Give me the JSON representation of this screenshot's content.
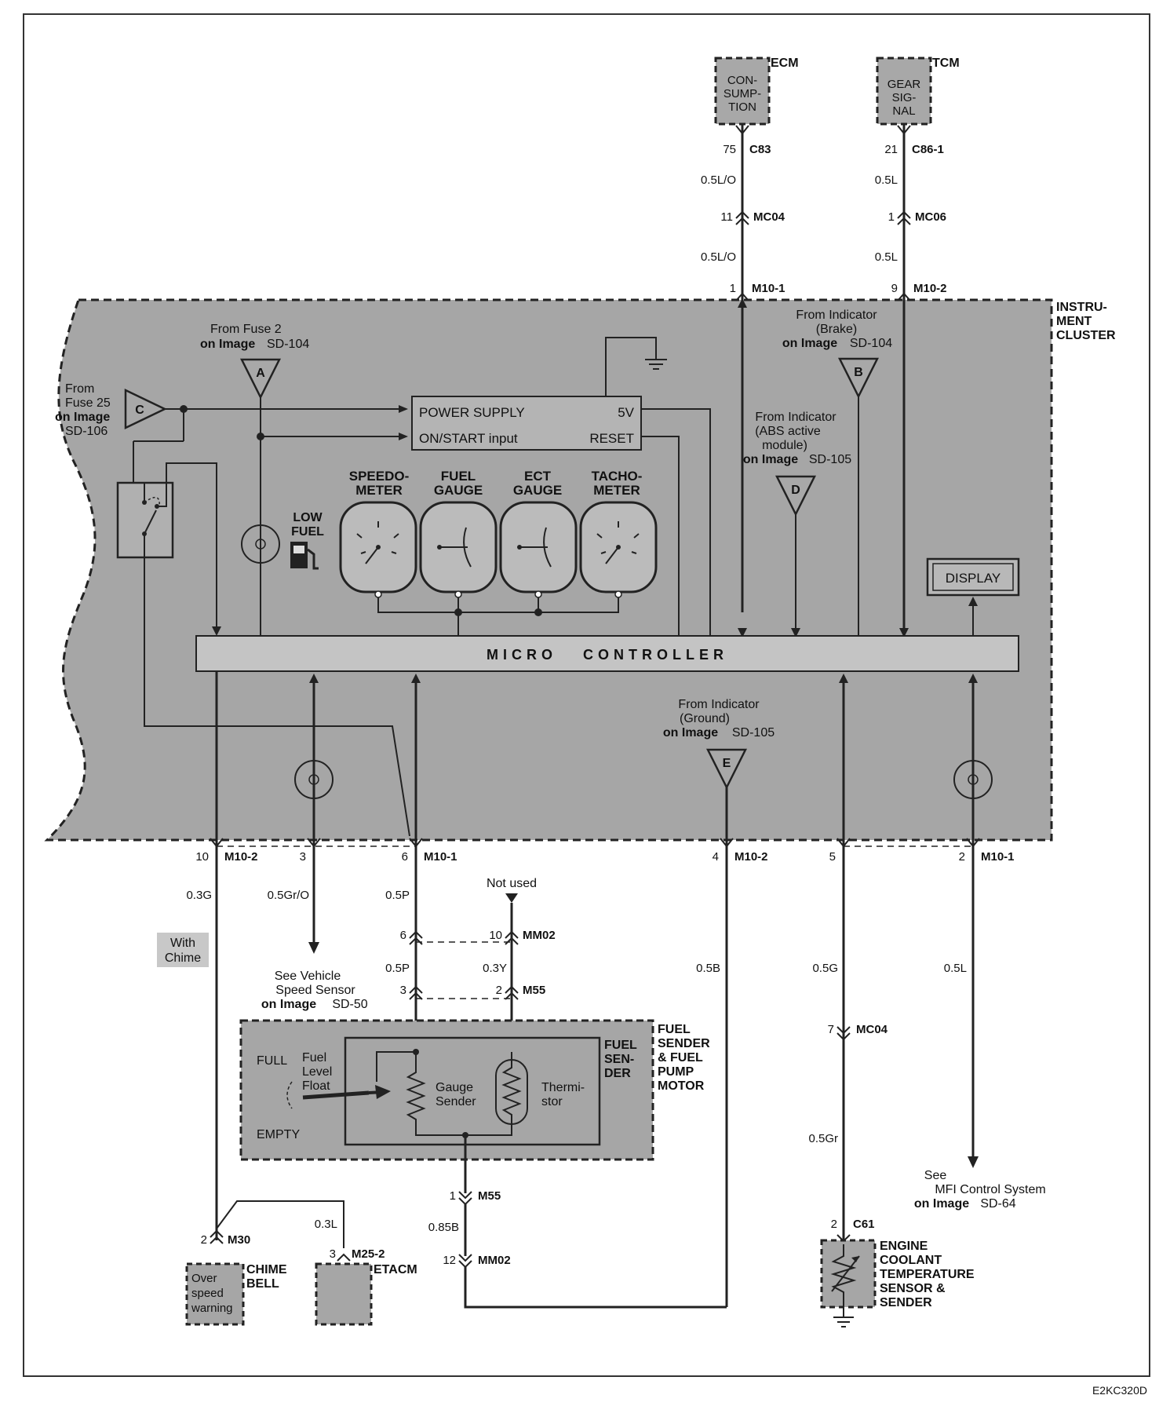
{
  "modules": {
    "ecm": {
      "label": "ECM",
      "box": [
        "CON-",
        "SUMP-",
        "TION"
      ]
    },
    "tcm": {
      "label": "TCM",
      "box": [
        "GEAR",
        "SIG-",
        "NAL"
      ]
    }
  },
  "connectors": {
    "ecm_pin": "75",
    "ecm_conn": "C83",
    "tcm_pin": "21",
    "tcm_conn": "C86-1",
    "mc04_top_pin": "11",
    "mc04_top": "MC04",
    "mc06_pin": "1",
    "mc06": "MC06",
    "m101_top_pin": "1",
    "m101_top": "M10-1",
    "m102_top_pin": "9",
    "m102_top": "M10-2",
    "b10": "10",
    "b10_conn": "M10-2",
    "b3": "3",
    "b6": "6",
    "b6_conn": "M10-1",
    "b4": "4",
    "b4_conn": "M10-2",
    "b5": "5",
    "b2": "2",
    "b2_conn": "M10-1",
    "mm02_a": "6",
    "mm02_b": "10",
    "mm02": "MM02",
    "m55_a": "3",
    "m55_b": "2",
    "m55": "M55",
    "m55_c": "1",
    "m55_c_conn": "M55",
    "mm02_c": "12",
    "mm02_c_conn": "MM02",
    "mc04_bot_pin": "7",
    "mc04_bot": "MC04",
    "c61_pin": "2",
    "c61": "C61",
    "m30_pin": "2",
    "m30": "M30",
    "m252_pin": "3",
    "m252": "M25-2"
  },
  "wires": {
    "ecm_1": "0.5L/O",
    "ecm_2": "0.5L/O",
    "tcm_1": "0.5L",
    "tcm_2": "0.5L",
    "w10": "0.3G",
    "w3": "0.5Gr/O",
    "w6": "0.5P",
    "w6b": "0.5P",
    "w10b": "0.3Y",
    "w4": "0.5B",
    "w5": "0.5G",
    "w5b": "0.5Gr",
    "w2": "0.5L",
    "wm55": "0.85B",
    "w_etacm": "0.3L"
  },
  "cluster": {
    "title": [
      "INSTRU-",
      "MENT",
      "CLUSTER"
    ],
    "fuse2": [
      "From Fuse 2",
      "on Image",
      "SD-104"
    ],
    "fuse25": [
      "From",
      "Fuse 25",
      "on Image",
      "SD-106"
    ],
    "brake": [
      "From Indicator",
      "(Brake)",
      "on Image",
      "SD-104"
    ],
    "abs": [
      "From Indicator",
      "(ABS active",
      "module)",
      "on Image",
      "SD-105"
    ],
    "ground": [
      "From Indicator",
      "(Ground)",
      "on Image",
      "SD-105"
    ],
    "power_supply": "POWER SUPPLY",
    "five_v": "5V",
    "on_start": "ON/START input",
    "reset": "RESET",
    "speedo": [
      "SPEEDO-",
      "METER"
    ],
    "fuel_gauge": [
      "FUEL",
      "GAUGE"
    ],
    "ect_gauge": [
      "ECT",
      "GAUGE"
    ],
    "tacho": [
      "TACHO-",
      "METER"
    ],
    "low_fuel": [
      "LOW",
      "FUEL"
    ],
    "display": "DISPLAY",
    "micro": "MICRO   CONTROLLER",
    "markers": [
      "A",
      "B",
      "C",
      "D",
      "E"
    ]
  },
  "lower": {
    "with_chime": [
      "With",
      "Chime"
    ],
    "vss": [
      "See Vehicle",
      "Speed Sensor",
      "on Image",
      "SD-50"
    ],
    "not_used": "Not used",
    "fuel_sender_title": [
      "FUEL",
      "SENDER",
      "& FUEL",
      "PUMP",
      "MOTOR"
    ],
    "fuel_sender_inner": [
      "FUEL",
      "SEN-",
      "DER"
    ],
    "full": "FULL",
    "empty": "EMPTY",
    "float": [
      "Fuel",
      "Level",
      "Float"
    ],
    "gauge_sender": [
      "Gauge",
      "Sender"
    ],
    "thermistor": [
      "Thermi-",
      "stor"
    ],
    "mfi": [
      "See",
      "MFI Control System",
      "on Image",
      "SD-64"
    ],
    "ect_sensor": [
      "ENGINE",
      "COOLANT",
      "TEMPERATURE",
      "SENSOR &",
      "SENDER"
    ],
    "chime_bell": [
      "CHIME",
      "BELL"
    ],
    "overspeed": [
      "Over",
      "speed",
      "warning"
    ],
    "etacm": "ETACM",
    "code": "E2KC320D"
  }
}
